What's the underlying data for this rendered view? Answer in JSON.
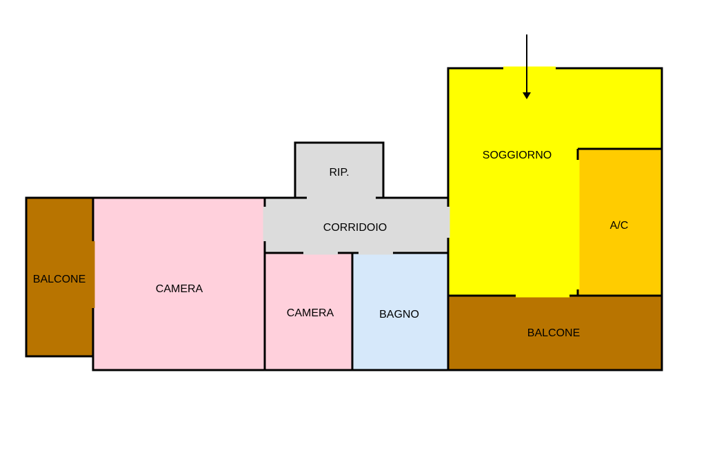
{
  "colors": {
    "balcone": "#b87400",
    "camera": "#ffd0dc",
    "corridoio": "#dcdcdc",
    "ripostiglio": "#dcdcdc",
    "bagno": "#d6e8fa",
    "soggiorno": "#ffff00",
    "ac": "#ffcc00",
    "walls": "#000000",
    "background": "#ffffff"
  },
  "rooms": {
    "balcone_left": "BALCONE",
    "camera_large": "CAMERA",
    "ripostiglio": "RIP.",
    "corridoio": "CORRIDOIO",
    "camera_small": "CAMERA",
    "bagno": "BAGNO",
    "soggiorno": "SOGGIORNO",
    "ac": "A/C",
    "balcone_right": "BALCONE"
  },
  "entrance_marker": "arrow-down-icon"
}
